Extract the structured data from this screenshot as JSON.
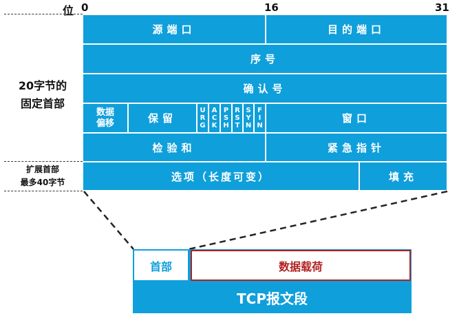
{
  "bit_axis": {
    "title": "位",
    "ticks": [
      "0",
      "16",
      "31"
    ]
  },
  "side_labels": {
    "fixed": [
      "20字节的",
      "固定首部"
    ],
    "options": [
      "扩展首部",
      "最多40字节"
    ]
  },
  "header_fields": {
    "src_port": "源端口",
    "dst_port": "目的端口",
    "seq": "序号",
    "ack": "确认号",
    "offset": [
      "数据",
      "偏移"
    ],
    "reserved": "保留",
    "flags": [
      [
        "U",
        "R",
        "G"
      ],
      [
        "A",
        "C",
        "K"
      ],
      [
        "P",
        "S",
        "H"
      ],
      [
        "R",
        "S",
        "T"
      ],
      [
        "S",
        "Y",
        "N"
      ],
      [
        "F",
        "I",
        "N"
      ]
    ],
    "window": "窗口",
    "checksum": "检验和",
    "urgent": "紧急指针",
    "options": "选项（长度可变）",
    "padding": "填充"
  },
  "segment": {
    "header_label": "首部",
    "payload_label": "数据载荷",
    "segment_label": "TCP报文段"
  },
  "colors": {
    "field_blue": "#0f9fdb",
    "payload_border": "#b22222",
    "payload_text": "#b22222"
  }
}
